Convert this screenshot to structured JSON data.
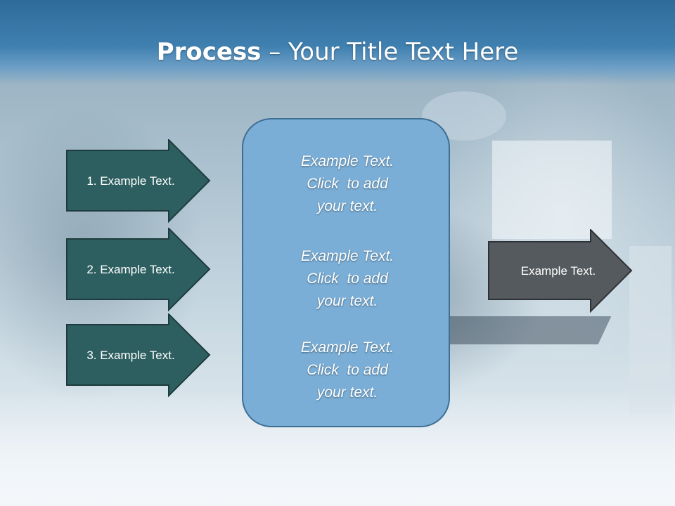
{
  "title": {
    "bold": "Process",
    "rest": " – Your Title Text Here"
  },
  "steps": [
    {
      "label": "1. Example Text."
    },
    {
      "label": "2. Example Text."
    },
    {
      "label": "3. Example Text."
    }
  ],
  "center_box": {
    "paragraphs": [
      {
        "line1": "Example Text.",
        "line2": "Click  to add",
        "line3": "your text."
      },
      {
        "line1": "Example Text.",
        "line2": "Click  to add",
        "line3": "your text."
      },
      {
        "line1": "Example Text.",
        "line2": "Click  to add",
        "line3": "your text."
      }
    ]
  },
  "result": {
    "label": "Example Text."
  },
  "colors": {
    "title_bar": "#3f80b0",
    "step_arrow_fill": "#2e5f60",
    "center_box_fill": "#7aaed6",
    "result_arrow_fill": "#555a5e"
  }
}
